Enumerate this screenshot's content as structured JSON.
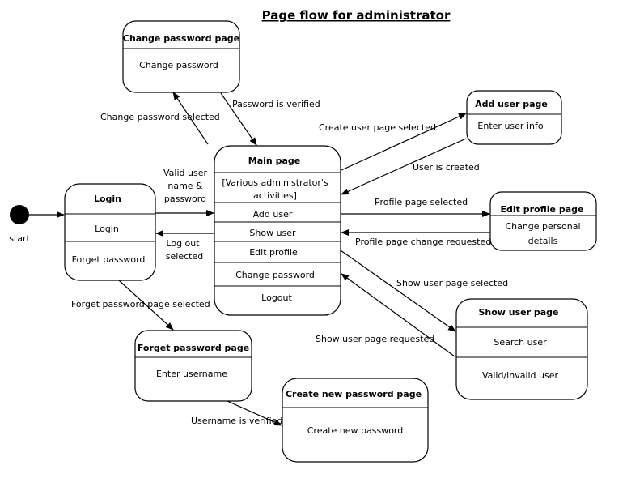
{
  "title": "Page flow for administrator",
  "start_label": "start",
  "states": {
    "change_password": {
      "title": "Change password page",
      "items": [
        "Change password"
      ]
    },
    "add_user": {
      "title": "Add user page",
      "items": [
        "Enter user info"
      ]
    },
    "main": {
      "title": "Main page",
      "items": [
        "[Various administrator's",
        "activities]",
        "Add user",
        "Show user",
        "Edit profile",
        "Change password",
        "Logout"
      ]
    },
    "login": {
      "title": "Login",
      "items": [
        "Login",
        "Forget password"
      ]
    },
    "edit_profile": {
      "title": "Edit profile page",
      "items": [
        "Change personal",
        "details"
      ]
    },
    "show_user": {
      "title": "Show user page",
      "items": [
        "Search user",
        "Valid/invalid user"
      ]
    },
    "forget_password": {
      "title": "Forget password page",
      "items": [
        "Enter username"
      ]
    },
    "create_new_password": {
      "title": "Create new password page",
      "items": [
        "Create new password"
      ]
    }
  },
  "edges": {
    "change_password_selected": "Change password selected",
    "password_verified": "Password is verified",
    "create_user_selected": "Create user page selected",
    "user_created": "User is created",
    "valid_user_1": "Valid user",
    "valid_user_2": "name &",
    "valid_user_3": "password",
    "log_out_1": "Log out",
    "log_out_2": "selected",
    "profile_selected": "Profile page selected",
    "profile_change_requested": "Profile page change requested",
    "show_user_selected": "Show user page selected",
    "show_user_requested": "Show user page requested",
    "forget_password_selected": "Forget password page selected",
    "username_verified": "Username is verified"
  }
}
